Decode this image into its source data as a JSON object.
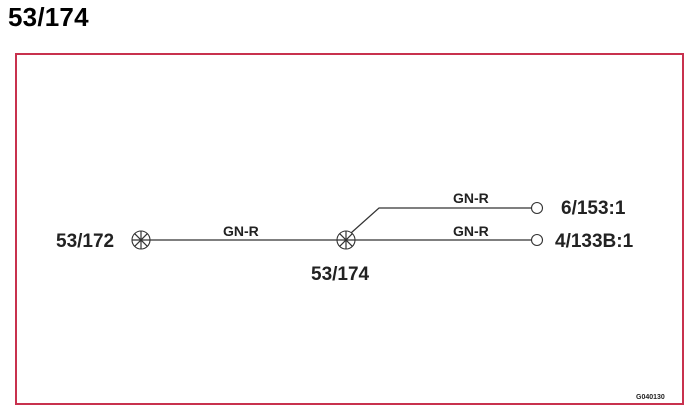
{
  "title": "53/174",
  "diagram": {
    "nodes": {
      "left_splice": "53/172",
      "center_splice": "53/174",
      "terminal_top": "6/153:1",
      "terminal_bottom": "4/133B:1"
    },
    "wires": {
      "left": "GN-R",
      "top_branch": "GN-R",
      "bottom_branch": "GN-R"
    },
    "drawing_code": "G040130"
  },
  "colors": {
    "frame": "#c8314e",
    "line": "#333333"
  }
}
